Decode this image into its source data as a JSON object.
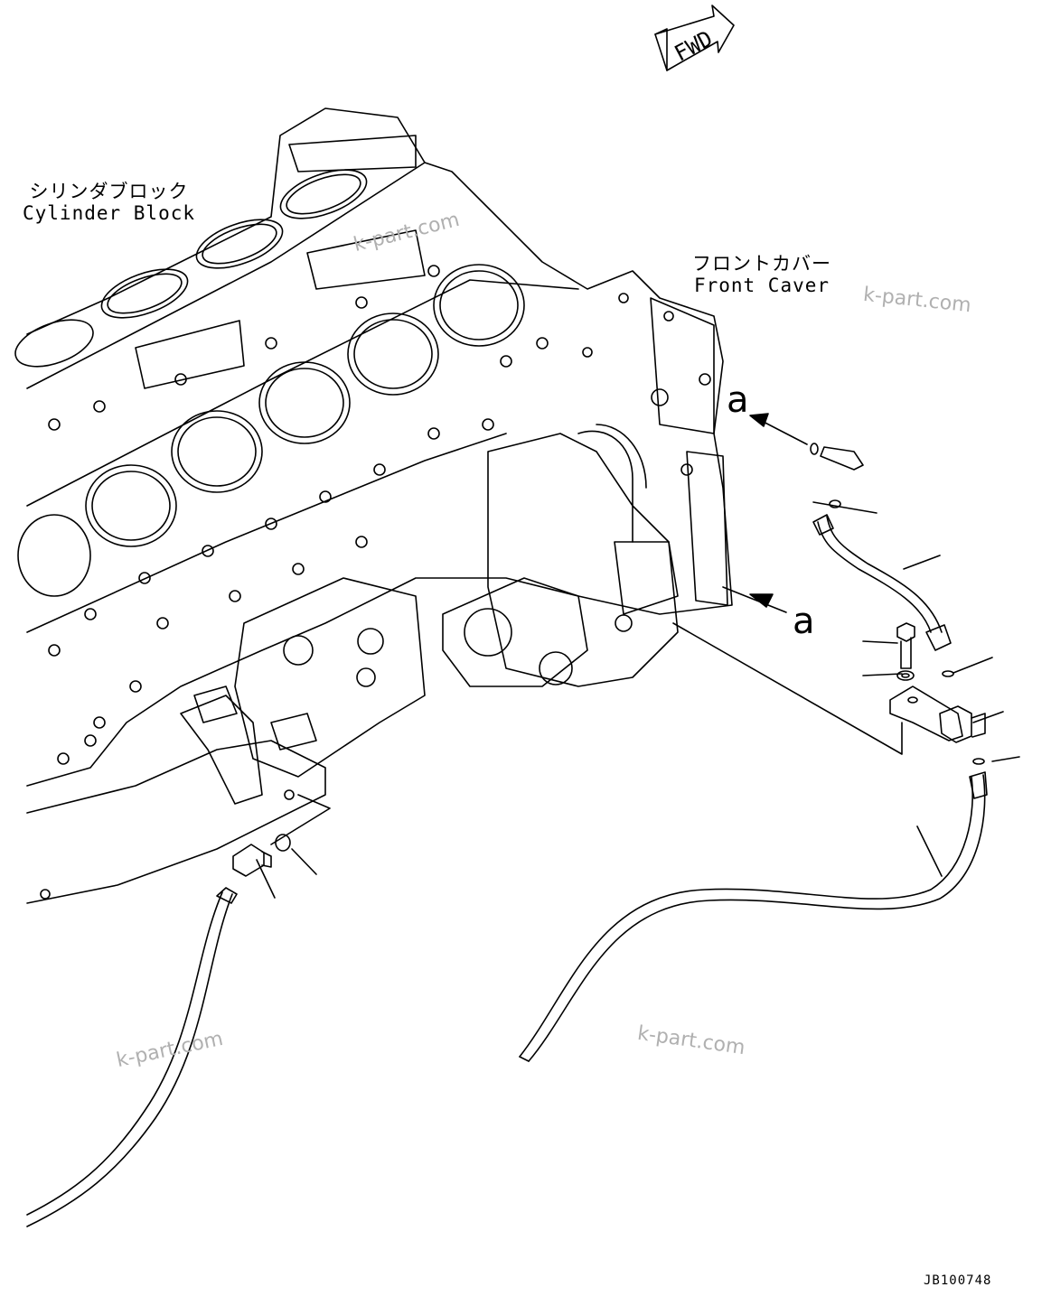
{
  "fwd_label": "FWD",
  "labels": {
    "cylinder_block_jp": "シリンダブロック",
    "cylinder_block_en": "Cylinder Block",
    "front_cover_jp": "フロントカバー",
    "front_cover_en": "Front Caver"
  },
  "reference_marks": [
    "a",
    "a"
  ],
  "watermarks": [
    "k-part.com",
    "k-part.com",
    "k-part.com",
    "k-part.com"
  ],
  "drawing_code": "JB100748",
  "colors": {
    "line": "#000000",
    "watermark": "#b0b0b0",
    "background": "#ffffff"
  }
}
